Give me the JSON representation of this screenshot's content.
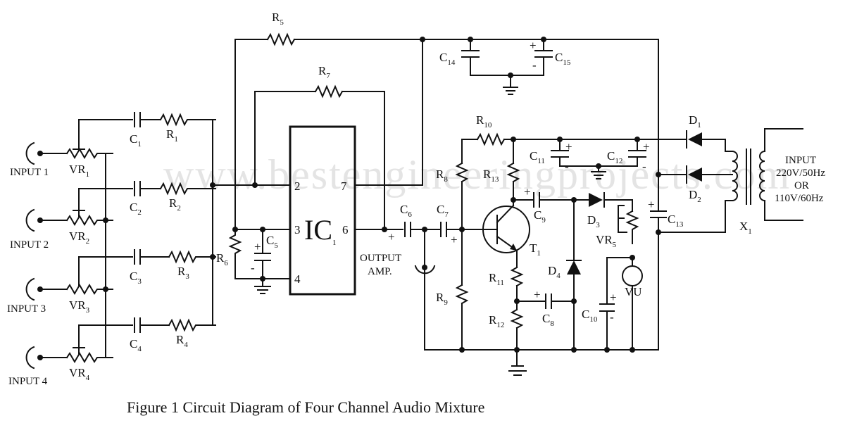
{
  "watermark": "www.bestengineeringprojects.com",
  "caption": "Figure 1 Circuit Diagram of Four Channel Audio Mixture",
  "inputs": [
    "INPUT 1",
    "INPUT 2",
    "INPUT 3",
    "INPUT 4"
  ],
  "output_label": [
    "OUTPUT",
    "AMP."
  ],
  "power_input": [
    "INPUT",
    "220V/50Hz",
    "OR",
    "110V/60Hz"
  ],
  "meter_label": "VU",
  "ic": {
    "name": "IC",
    "sub": "1",
    "pins": [
      "2",
      "7",
      "3",
      "6",
      "4"
    ]
  },
  "components": {
    "resistors": [
      {
        "base": "R",
        "sub": "1"
      },
      {
        "base": "R",
        "sub": "2"
      },
      {
        "base": "R",
        "sub": "3"
      },
      {
        "base": "R",
        "sub": "4"
      },
      {
        "base": "R",
        "sub": "5"
      },
      {
        "base": "R",
        "sub": "6"
      },
      {
        "base": "R",
        "sub": "7"
      },
      {
        "base": "R",
        "sub": "8"
      },
      {
        "base": "R",
        "sub": "9"
      },
      {
        "base": "R",
        "sub": "10"
      },
      {
        "base": "R",
        "sub": "11"
      },
      {
        "base": "R",
        "sub": "12"
      },
      {
        "base": "R",
        "sub": "13"
      }
    ],
    "pots": [
      {
        "base": "VR",
        "sub": "1"
      },
      {
        "base": "VR",
        "sub": "2"
      },
      {
        "base": "VR",
        "sub": "3"
      },
      {
        "base": "VR",
        "sub": "4"
      },
      {
        "base": "VR",
        "sub": "5"
      }
    ],
    "capacitors": [
      {
        "base": "C",
        "sub": "1"
      },
      {
        "base": "C",
        "sub": "2"
      },
      {
        "base": "C",
        "sub": "3"
      },
      {
        "base": "C",
        "sub": "4"
      },
      {
        "base": "C",
        "sub": "5"
      },
      {
        "base": "C",
        "sub": "6"
      },
      {
        "base": "C",
        "sub": "7"
      },
      {
        "base": "C",
        "sub": "8"
      },
      {
        "base": "C",
        "sub": "9"
      },
      {
        "base": "C",
        "sub": "10"
      },
      {
        "base": "C",
        "sub": "11"
      },
      {
        "base": "C",
        "sub": "12"
      },
      {
        "base": "C",
        "sub": "13"
      },
      {
        "base": "C",
        "sub": "14"
      },
      {
        "base": "C",
        "sub": "15"
      }
    ],
    "diodes": [
      {
        "base": "D",
        "sub": "1"
      },
      {
        "base": "D",
        "sub": "2"
      },
      {
        "base": "D",
        "sub": "3"
      },
      {
        "base": "D",
        "sub": "4"
      }
    ],
    "transistor": {
      "base": "T",
      "sub": "1"
    },
    "transformer": {
      "base": "X",
      "sub": "1"
    }
  }
}
